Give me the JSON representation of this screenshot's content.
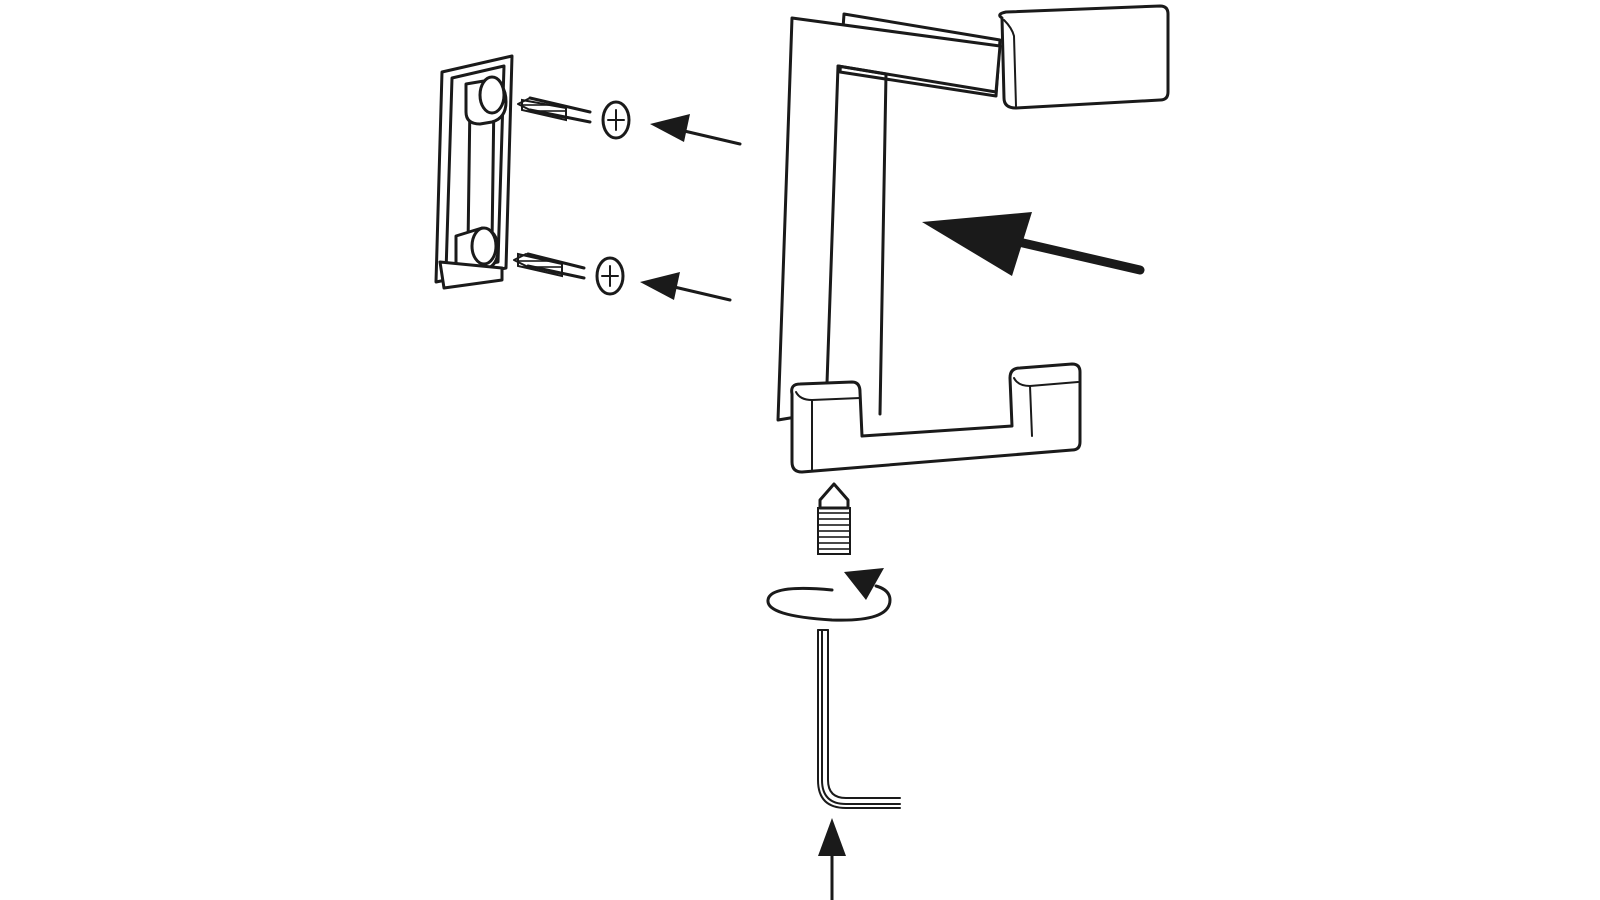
{
  "diagram": {
    "type": "assembly-instruction",
    "colors": {
      "line": "#1a1a1a",
      "background": "#ffffff"
    },
    "parts": [
      {
        "id": "mounting-bracket",
        "icon": "wall-mounting-bracket"
      },
      {
        "id": "wall-screw-top",
        "icon": "phillips-wood-screw"
      },
      {
        "id": "wall-screw-bottom",
        "icon": "phillips-wood-screw"
      },
      {
        "id": "double-hook",
        "icon": "double-towel-hook"
      },
      {
        "id": "grub-screw",
        "icon": "set-screw"
      },
      {
        "id": "allen-key",
        "icon": "hex-key"
      }
    ],
    "steps": [
      {
        "id": "insert-screws",
        "icon": "arrow-left"
      },
      {
        "id": "slide-hook-on-bracket",
        "icon": "arrow-left-large"
      },
      {
        "id": "tighten-set-screw",
        "icon": "rotate-clockwise-icon"
      },
      {
        "id": "insert-allen-key",
        "icon": "arrow-up"
      }
    ]
  }
}
